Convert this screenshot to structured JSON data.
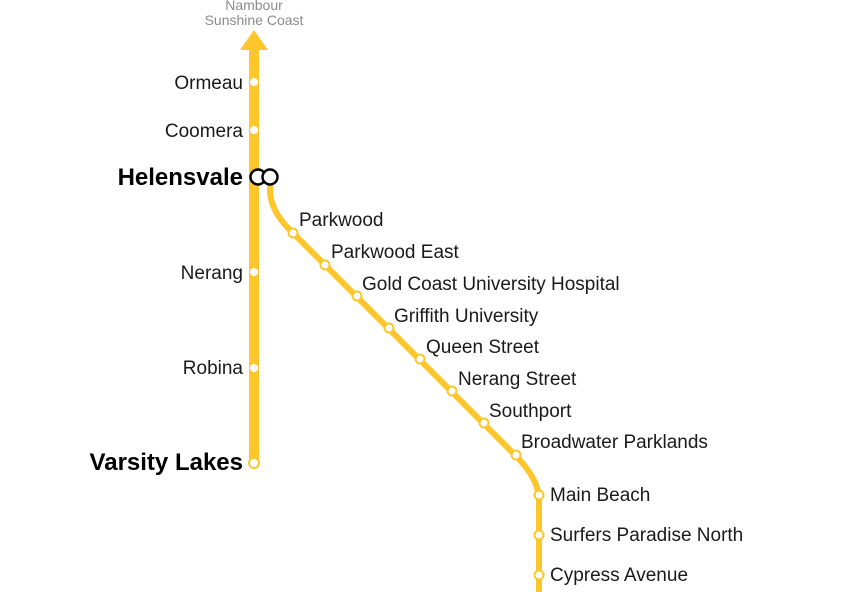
{
  "colors": {
    "line": "#FDC62A",
    "station_fill": "#FFFFFF",
    "interchange_ring": "#000000",
    "label": "#1A1A1A",
    "destination": "#8C8C8C"
  },
  "direction": {
    "line1": "Nambour",
    "line2": "Sunshine Coast",
    "arrow_icon": "arrow-up-icon"
  },
  "heavy_rail": {
    "stations": [
      {
        "name": "Ormeau",
        "major": false
      },
      {
        "name": "Coomera",
        "major": false
      },
      {
        "name": "Helensvale",
        "major": true,
        "interchange": true
      },
      {
        "name": "Nerang",
        "major": false
      },
      {
        "name": "Robina",
        "major": false
      },
      {
        "name": "Varsity Lakes",
        "major": true,
        "terminus": true
      }
    ]
  },
  "light_rail": {
    "stations": [
      {
        "name": "Parkwood"
      },
      {
        "name": "Parkwood East"
      },
      {
        "name": "Gold Coast University Hospital"
      },
      {
        "name": "Griffith University"
      },
      {
        "name": "Queen Street"
      },
      {
        "name": "Nerang Street"
      },
      {
        "name": "Southport"
      },
      {
        "name": "Broadwater Parklands"
      },
      {
        "name": "Main Beach"
      },
      {
        "name": "Surfers Paradise North"
      },
      {
        "name": "Cypress Avenue"
      }
    ]
  }
}
